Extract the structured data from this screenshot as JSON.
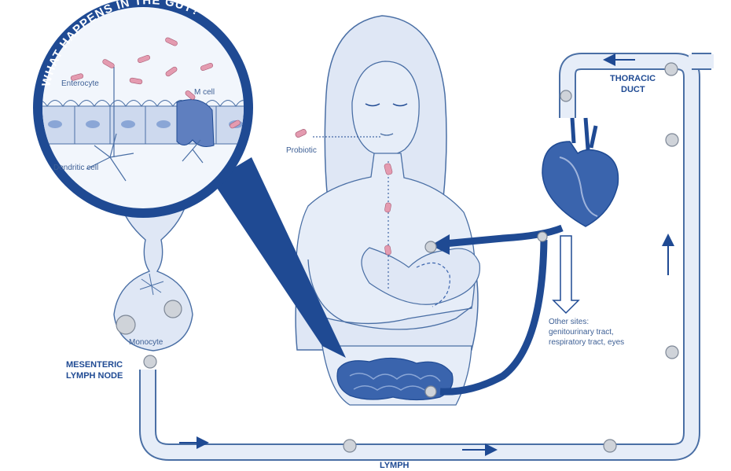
{
  "diagram": {
    "gut_title": "WHAT HAPPENS IN THE GUT?",
    "labels": {
      "enterocyte": "Enterocyte",
      "m_cell": "M cell",
      "dendritic_cell": "Dendritic cell",
      "monocyte": "Monocyte",
      "probiotic": "Probiotic",
      "thoracic_duct_line1": "THORACIC",
      "thoracic_duct_line2": "DUCT",
      "mesenteric_line1": "MESENTERIC",
      "mesenteric_line2": "LYMPH NODE",
      "lymph": "LYMPH",
      "other_sites_line1": "Other sites:",
      "other_sites_line2": "genitourinary tract,",
      "other_sites_line3": "respiratory tract, eyes"
    },
    "colors": {
      "navy": "#1f4a93",
      "blue": "#3a64ad",
      "light_fill": "#dfe7f5",
      "vessel_fill": "#e6edf8",
      "cell_fill": "#cdd9ee",
      "bacteria": "#e49bb0",
      "outline": "#4a6fa5"
    }
  }
}
